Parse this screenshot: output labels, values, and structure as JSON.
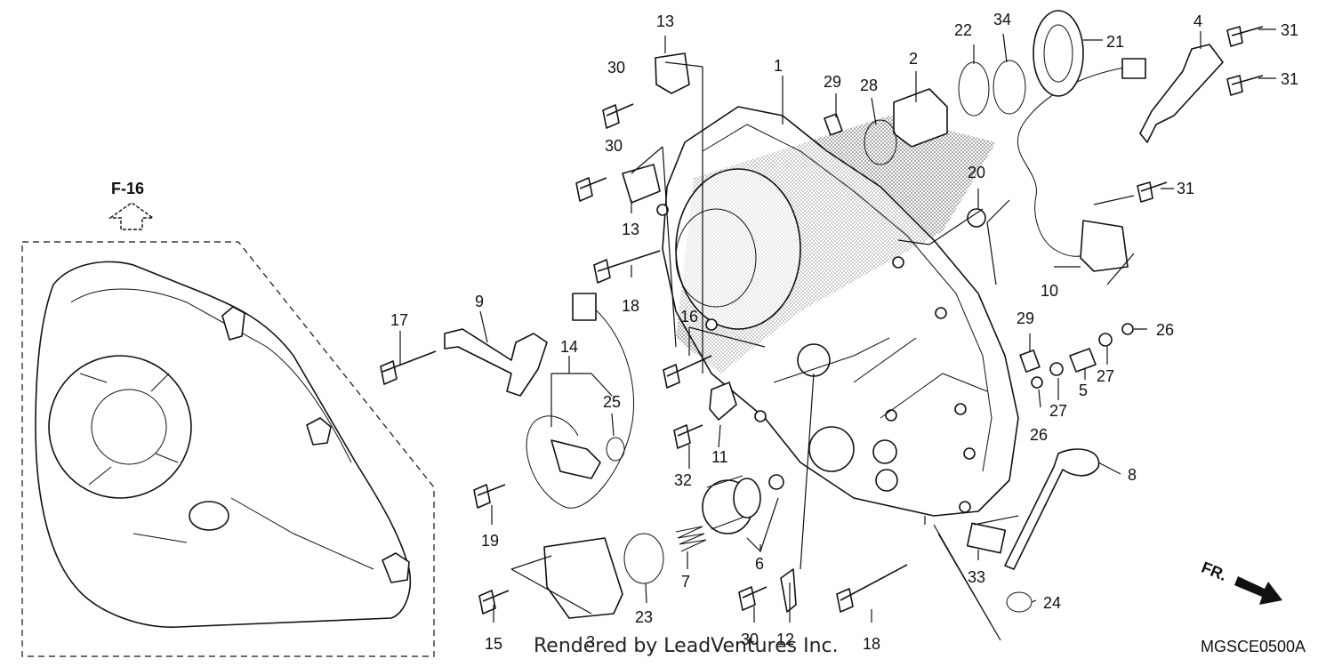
{
  "diagram": {
    "ref_label": "F-16",
    "direction_label": "FR.",
    "drawing_code": "MGSCE0500A",
    "watermark": "Rendered by LeadVentures Inc.",
    "callouts": [
      "1",
      "2",
      "4",
      "5",
      "6",
      "7",
      "8",
      "9",
      "10",
      "11",
      "12",
      "13",
      "13",
      "14",
      "15",
      "16",
      "17",
      "18",
      "18",
      "19",
      "20",
      "21",
      "22",
      "23",
      "24",
      "25",
      "26",
      "26",
      "27",
      "27",
      "28",
      "29",
      "29",
      "30",
      "30",
      "30",
      "31",
      "31",
      "31",
      "32",
      "33",
      "34",
      "3"
    ]
  }
}
